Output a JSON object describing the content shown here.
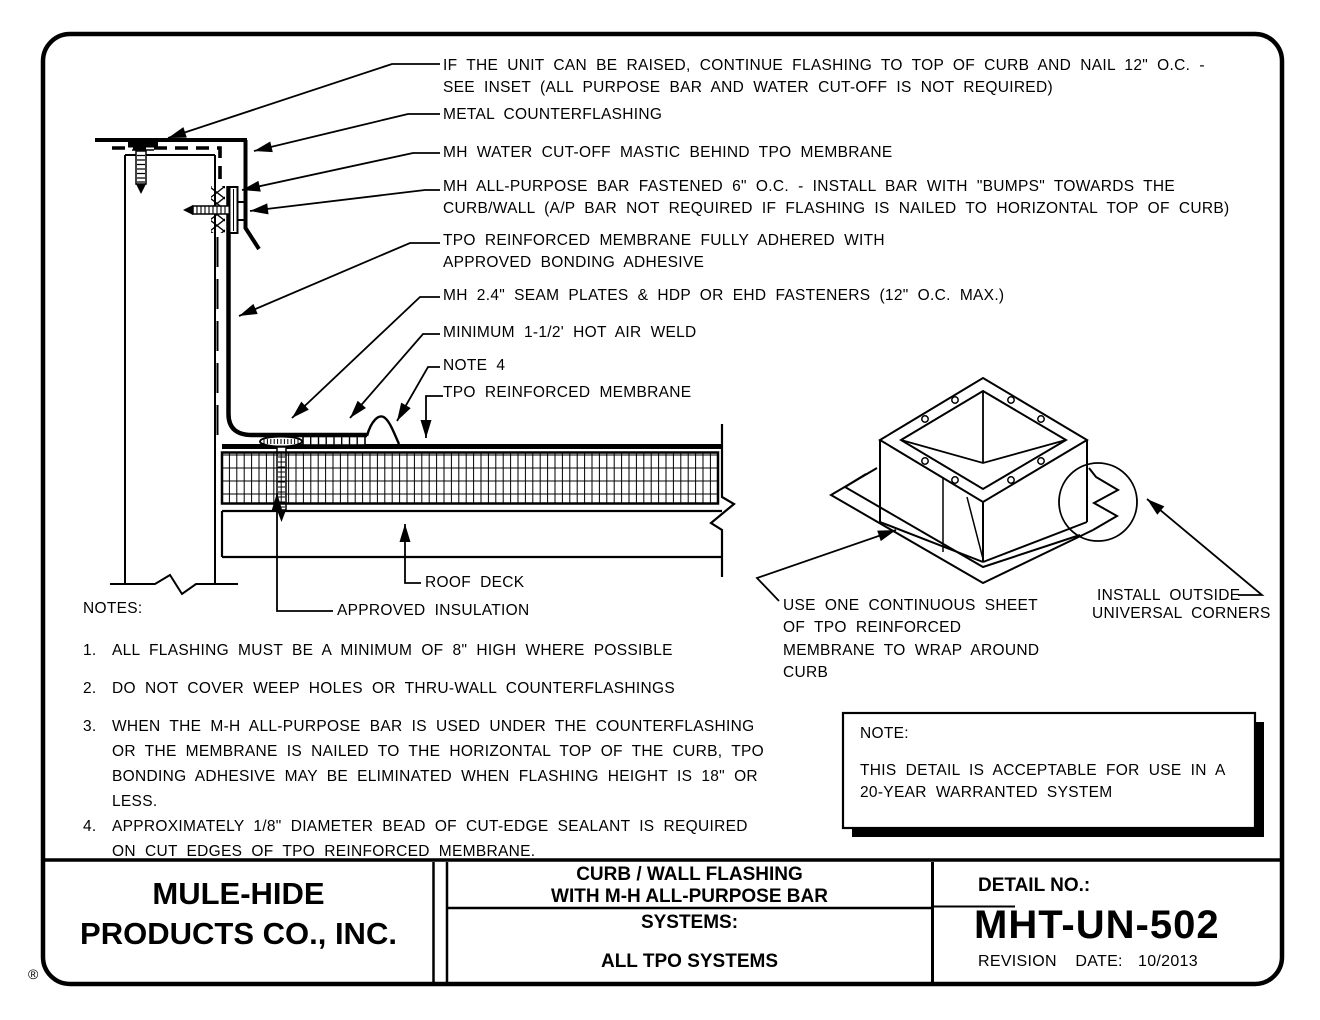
{
  "callouts": [
    {
      "lines": [
        "IF THE UNIT CAN BE RAISED, CONTINUE FLASHING TO TOP OF CURB AND NAIL 12\" O.C. -",
        "SEE INSET (ALL PURPOSE BAR AND WATER CUT-OFF IS NOT REQUIRED)"
      ]
    },
    {
      "lines": [
        "METAL COUNTERFLASHING"
      ]
    },
    {
      "lines": [
        "MH WATER CUT-OFF MASTIC BEHIND TPO MEMBRANE"
      ]
    },
    {
      "lines": [
        "MH ALL-PURPOSE BAR FASTENED 6\" O.C. - INSTALL BAR WITH \"BUMPS\" TOWARDS THE",
        "CURB/WALL (A/P BAR NOT REQUIRED IF FLASHING IS NAILED TO HORIZONTAL TOP OF CURB)"
      ]
    },
    {
      "lines": [
        "TPO REINFORCED MEMBRANE FULLY ADHERED WITH",
        "APPROVED BONDING ADHESIVE"
      ]
    },
    {
      "lines": [
        "MH 2.4\" SEAM PLATES & HDP OR EHD FASTENERS (12\" O.C. MAX.)"
      ]
    },
    {
      "lines": [
        "MINIMUM 1-1/2' HOT AIR WELD"
      ]
    },
    {
      "lines": [
        "NOTE 4"
      ]
    },
    {
      "lines": [
        "TPO REINFORCED MEMBRANE"
      ]
    }
  ],
  "labels": {
    "roof_deck": "ROOF DECK",
    "approved_insulation": "APPROVED INSULATION"
  },
  "inset": {
    "wrap_label_lines": [
      "USE ONE CONTINUOUS SHEET",
      "OF TPO REINFORCED",
      "MEMBRANE TO WRAP AROUND",
      "CURB"
    ],
    "corners_label_lines": [
      "INSTALL OUTSIDE",
      "UNIVERSAL CORNERS"
    ]
  },
  "notes": {
    "heading": "NOTES:",
    "items": [
      {
        "num": "1.",
        "lines": [
          "ALL FLASHING MUST BE A MINIMUM OF 8\" HIGH WHERE POSSIBLE"
        ]
      },
      {
        "num": "2.",
        "lines": [
          "DO NOT COVER WEEP HOLES OR THRU-WALL COUNTERFLASHINGS"
        ]
      },
      {
        "num": "3.",
        "lines": [
          "WHEN THE M-H ALL-PURPOSE BAR IS USED UNDER THE COUNTERFLASHING",
          "OR THE MEMBRANE IS NAILED TO THE HORIZONTAL TOP OF THE CURB, TPO",
          "BONDING ADHESIVE MAY BE ELIMINATED WHEN FLASHING HEIGHT IS 18\" OR",
          "LESS."
        ]
      },
      {
        "num": "4.",
        "lines": [
          "APPROXIMATELY 1/8\" DIAMETER BEAD OF CUT-EDGE SEALANT IS REQUIRED",
          "ON CUT EDGES OF TPO REINFORCED MEMBRANE."
        ]
      }
    ]
  },
  "note_box": {
    "heading": "NOTE:",
    "lines": [
      "THIS DETAIL IS ACCEPTABLE FOR USE IN A",
      "20-YEAR WARRANTED SYSTEM"
    ]
  },
  "title_block": {
    "company_line1": "MULE-HIDE",
    "company_line2": "PRODUCTS CO., INC.",
    "registered_mark": "®",
    "title_line1": "CURB / WALL FLASHING",
    "title_line2": "WITH M-H ALL-PURPOSE BAR",
    "systems_label": "SYSTEMS:",
    "systems_value": "ALL TPO SYSTEMS",
    "detail_no_label": "DETAIL NO.:",
    "detail_no": "MHT-UN-502",
    "revision_label": "REVISION  DATE:",
    "revision_date": "10/2013"
  },
  "colors": {
    "ink": "#000000",
    "paper": "#ffffff"
  }
}
